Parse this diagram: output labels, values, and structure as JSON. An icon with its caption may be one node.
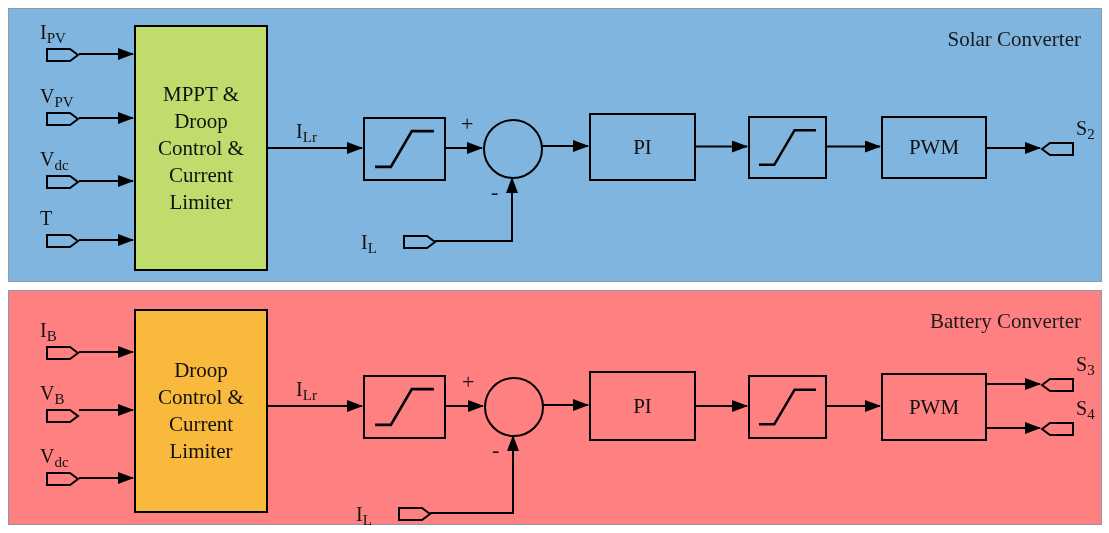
{
  "diagram": {
    "nodes": [
      {
        "text": [
          "Solar Converter"
        ]
      },
      {
        "text": [
          "I$_{PV}$"
        ],
        "in": 0
      },
      {
        "text": [
          "V$_{PV}$"
        ],
        "in": 0
      },
      {
        "text": [
          "V$_{dc}$"
        ],
        "in": 0
      },
      {
        "text": [
          "T"
        ],
        "in": 0
      },
      {
        "text": [
          "MPPT & Droop Control & Current Limiter"
        ],
        "in": 0
      },
      {
        "text": [],
        "shape": "box",
        "in": 0
      },
      {
        "text": [],
        "shape": "circle",
        "in": 0,
        "beside": [
          "+",
          "-"
        ]
      },
      {
        "text": [
          "PI"
        ],
        "in": 0
      },
      {
        "text": [],
        "shape": "box",
        "in": 0
      },
      {
        "text": [
          "PWM"
        ],
        "in": 0
      },
      {
        "text": [
          "S$_{2}$"
        ],
        "in": 0
      },
      {
        "text": [
          "I$_{L}$"
        ],
        "in": 0
      },
      {
        "text": [
          "Battery Converter"
        ]
      },
      {
        "text": [
          "I$_{B}$"
        ],
        "in": 13
      },
      {
        "text": [
          "V$_{B}$"
        ],
        "in": 13
      },
      {
        "text": [
          "V$_{dc}$"
        ],
        "in": 13
      },
      {
        "text": [
          "Droop Control & Current Limiter"
        ],
        "in": 13
      },
      {
        "text": [],
        "shape": "box",
        "in": 13
      },
      {
        "text": [],
        "shape": "circle",
        "in": 13,
        "beside": [
          "+",
          "-"
        ]
      },
      {
        "text": [
          "PI"
        ],
        "in": 13
      },
      {
        "text": [],
        "shape": "box",
        "in": 13
      },
      {
        "text": [
          "PWM"
        ],
        "in": 13
      },
      {
        "text": [
          "S$_{3}$"
        ],
        "in": 13
      },
      {
        "text": [
          "S$_{4}$"
        ],
        "in": 13
      },
      {
        "text": [
          "I$_{L}$"
        ],
        "in": 13
      }
    ],
    "edges": [
      {
        "from": 1,
        "to": 5,
        "arrow": "to"
      },
      {
        "from": 2,
        "to": 5,
        "arrow": "to"
      },
      {
        "from": 3,
        "to": 5,
        "arrow": "to"
      },
      {
        "from": 4,
        "to": 5,
        "arrow": "to"
      },
      {
        "from": 5,
        "to": 6,
        "arrow": "to",
        "label": "I$_{Lr}$"
      },
      {
        "from": 6,
        "to": 7,
        "arrow": "to"
      },
      {
        "from": 12,
        "to": 7,
        "arrow": "to"
      },
      {
        "from": 7,
        "to": 8,
        "arrow": "to"
      },
      {
        "from": 8,
        "to": 9,
        "arrow": "to"
      },
      {
        "from": 9,
        "to": 10,
        "arrow": "to"
      },
      {
        "from": 10,
        "to": 11,
        "arrow": "to"
      },
      {
        "from": 14,
        "to": 17,
        "arrow": "to"
      },
      {
        "from": 15,
        "to": 17,
        "arrow": "to"
      },
      {
        "from": 16,
        "to": 17,
        "arrow": "to"
      },
      {
        "from": 17,
        "to": 18,
        "arrow": "to",
        "label": "I$_{Lr}$"
      },
      {
        "from": 18,
        "to": 19,
        "arrow": "to"
      },
      {
        "from": 25,
        "to": 19,
        "arrow": "to"
      },
      {
        "from": 19,
        "to": 20,
        "arrow": "to"
      },
      {
        "from": 20,
        "to": 21,
        "arrow": "to"
      },
      {
        "from": 21,
        "to": 22,
        "arrow": "to"
      },
      {
        "from": 22,
        "to": 23,
        "arrow": "to"
      },
      {
        "from": 22,
        "to": 24,
        "arrow": "to"
      }
    ]
  }
}
